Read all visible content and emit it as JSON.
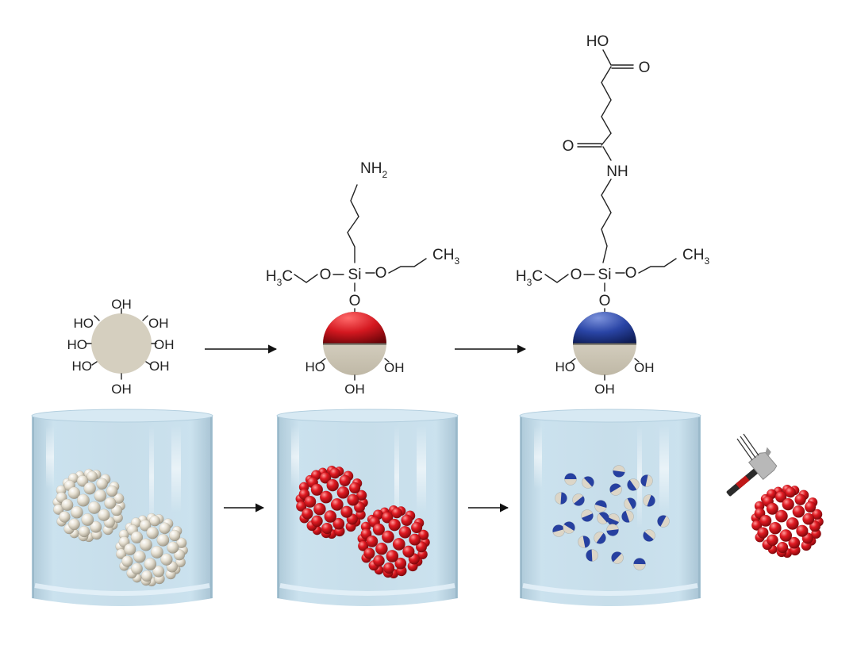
{
  "stage1": {
    "labels": {
      "oh_top": "OH",
      "oh_right_1": "OH",
      "oh_right_2": "OH",
      "oh_right_3": "OH",
      "oh_bottom": "OH",
      "ho_left_1": "HO",
      "ho_left_2": "HO",
      "ho_left_3": "HO"
    }
  },
  "stage2": {
    "labels": {
      "nh": "NH",
      "nh_sub": "2",
      "si": "Si",
      "o_left": "O",
      "o_right": "O",
      "o_bottom": "O",
      "h3c_h": "H",
      "h3c_3": "3",
      "h3c_c": "C",
      "ch3_ch": "CH",
      "ch3_3": "3",
      "ho_left": "HO",
      "oh_right": "OH",
      "oh_bottom": "OH"
    }
  },
  "stage3": {
    "labels": {
      "ho_acid": "HO",
      "o_acid": "O",
      "o_amide": "O",
      "nh": "NH",
      "si": "Si",
      "o_left": "O",
      "o_right": "O",
      "o_bottom": "O",
      "h3c_h": "H",
      "h3c_3": "3",
      "h3c_c": "C",
      "ch3_ch": "CH",
      "ch3_3": "3",
      "ho_left": "HO",
      "oh_right": "OH",
      "oh_bottom": "OH"
    }
  },
  "colors": {
    "silica": "#d5cfbf",
    "amine_cap": "#d0121b",
    "acid_cap": "#2640a0",
    "water": "#c2dcea",
    "hammer_handle": "#2b2b2b",
    "hammer_head": "#b8b8b8",
    "hammer_grip": "#c01818"
  },
  "icons": [
    "arrow-right-icon",
    "hammer-icon",
    "impact-lines-icon"
  ]
}
